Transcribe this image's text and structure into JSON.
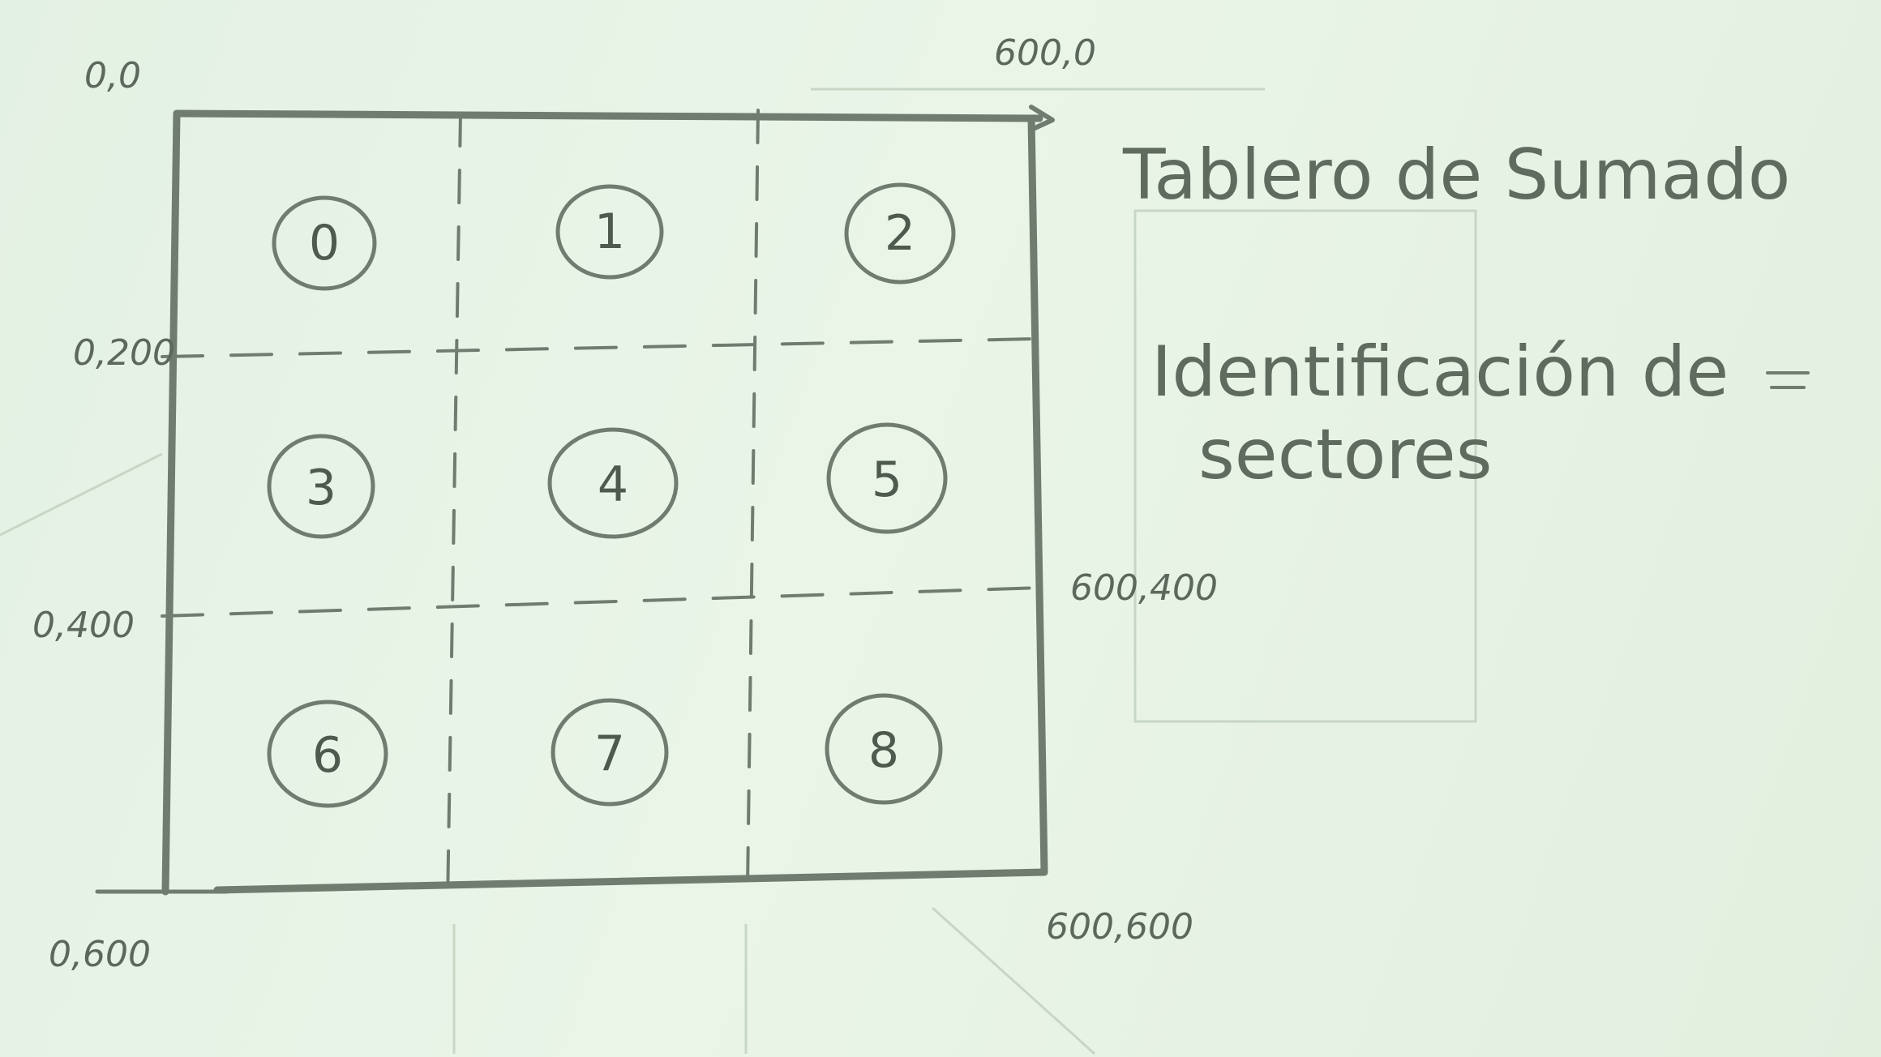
{
  "title": "Tablero de Sumado",
  "subtitle_line1": "Identificación de",
  "subtitle_line2": "sectores",
  "corners": {
    "top_left": "0,0",
    "top_right": "600,0",
    "row1_left": "0,200",
    "row2_left": "0,400",
    "row2_right": "600,400",
    "bottom_left": "0,600",
    "bottom_right": "600,600"
  },
  "sectors": [
    "0",
    "1",
    "2",
    "3",
    "4",
    "5",
    "6",
    "7",
    "8"
  ]
}
